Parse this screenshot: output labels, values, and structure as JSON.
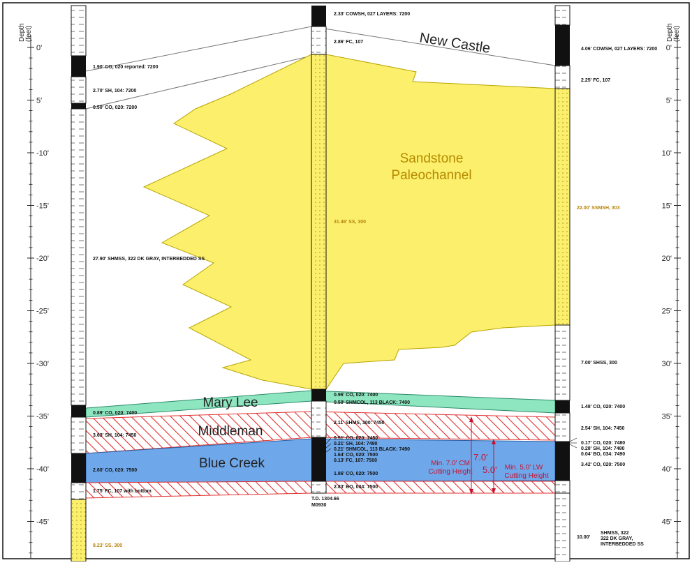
{
  "scale": {
    "unit_label_line1": "Depth",
    "unit_label_line2": "(feet)",
    "left_ticks": [
      "0'",
      "5'",
      "-10'",
      "-15'",
      "-20'",
      "-25'",
      "-30'",
      "-35'",
      "-40'",
      "-45'"
    ],
    "right_ticks": [
      "0'",
      "5'",
      "10'",
      "15'",
      "20'",
      "25'",
      "30'",
      "35'",
      "40'",
      "45'"
    ]
  },
  "units": {
    "new_castle": "New Castle",
    "sandstone_line1": "Sandstone",
    "sandstone_line2": "Paleochannel",
    "mary_lee": "Mary Lee",
    "middleman": "Middleman",
    "blue_creek": "Blue Creek"
  },
  "annotations": {
    "cm_value": "7.0'",
    "cm_line1": "Min. 7.0' CM",
    "cm_line2": "Cutting Height",
    "lw_value": "5.0'",
    "lw_line1": "Min. 5.0' LW",
    "lw_line2": "Cutting Height"
  },
  "left_column_labels": [
    "1.90' CO, 020 reported: 7200",
    "2.70' SH, 104: 7200",
    "0.50' CO, 020: 7200",
    "27.90' SHMSS, 322 DK GRAY, INTERBEDDED SS",
    "0.89' CO, 020: 7400",
    "3.63' SH, 104: 7450",
    "2.60' CO, 020: 7500",
    "1.75' FC, 107 with bottom",
    "8.23' SS, 300"
  ],
  "middle_column_labels": [
    "2.33' COWSH, 027 LAYERS: 7200",
    "2.86' FC, 107",
    "31.46' SS, 300",
    "0.96' CO, 020: 7400",
    "0.50' SHMCOL, 113 BLACK: 7400",
    "2.11' SHMS, 300: 7450",
    "0.51' CO, 020: 7450",
    "0.21' SH, 104: 7490",
    "0.21' SHMCOL, 113 BLACK: 7490",
    "1.64' CO, 020: 7500",
    "0.13' FC, 107: 7500",
    "1.86' CO, 020: 7500",
    "2.83' BO, 034: 7500",
    "T.D. 1304.66",
    "M0930"
  ],
  "right_column_labels": [
    "4.06' COWSH, 027 LAYERS: 7200",
    "2.25' FC, 107",
    "22.00' SSMSH, 303",
    "7.00' SHSS, 300",
    "1.48' CO, 020: 7400",
    "2.54' SH, 104: 7450",
    "0.17' CO, 020: 7480",
    "0.28' SH, 104: 7480",
    "0.04' BO, 034: 7490",
    "3.42' CO, 020: 7500",
    "10.00'",
    "SHMSS, 322",
    "322 DK GRAY,",
    "INTERBEDDED SS"
  ],
  "colors": {
    "sandstone": "#fbef6b",
    "mary_lee": "#8ee6c0",
    "blue_creek": "#6fa8ea",
    "hatch": "#e23030",
    "red_text": "#c8102e"
  }
}
